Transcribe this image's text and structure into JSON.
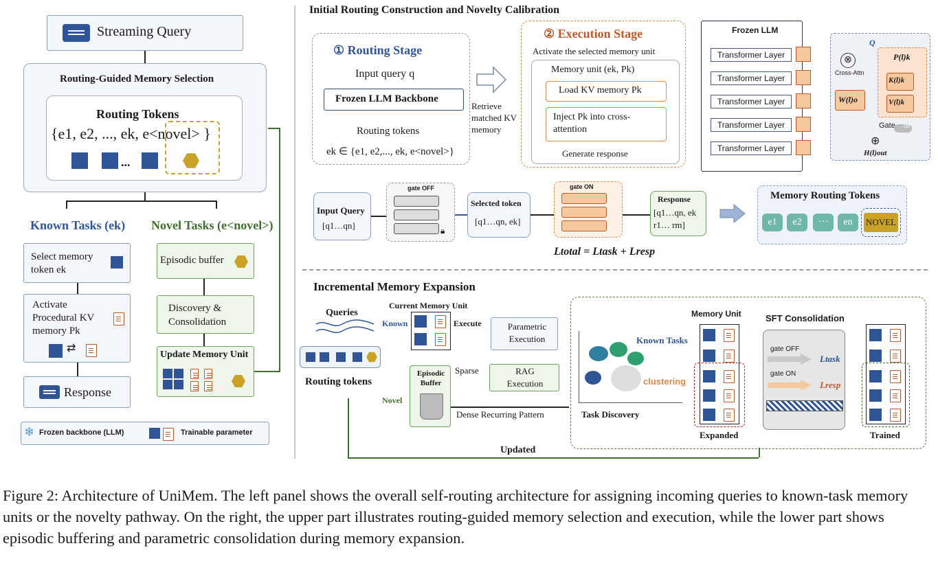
{
  "left": {
    "streaming_query": "Streaming Query",
    "routing_guided_title": "Routing-Guided Memory Selection",
    "routing_tokens_title": "Routing Tokens",
    "routing_tokens_set": "{e1, e2, ..., ek, e<novel> }",
    "ellipsis": "...",
    "known_tasks": "Known Tasks (ek)",
    "novel_tasks": "Novel Tasks (e<novel>)",
    "select_memory_token": "Select memory token ek",
    "activate_procedural": "Activate Procedural KV memory Pk",
    "episodic_buffer": "Episodic buffer",
    "discovery": "Discovery & Consolidation",
    "update_memory_unit": "Update Memory Unit",
    "response": "Response",
    "legend_frozen": "Frozen backbone (LLM)",
    "legend_trainable": "Trainable parameter"
  },
  "top": {
    "section_title": "Initial Routing Construction and Novelty Calibration",
    "routing_stage": "① Routing Stage",
    "input_query_q": "Input query q",
    "frozen_llm_backbone": "Frozen LLM Backbone",
    "routing_tokens": "Routing tokens",
    "ek_in": "ek ∈ {e1, e2,..., ek, e<novel>}",
    "retrieve": "Retrieve matched KV memory",
    "execution_stage": "② Execution Stage",
    "activate_selected": "Activate the selected memory unit",
    "memory_unit": "Memory unit (ek, Pk)",
    "load_kv": "Load KV memory Pk",
    "inject": "Inject Pk into cross-attention",
    "generate_response": "Generate response",
    "frozen_llm": "Frozen LLM",
    "transformer_layer": "Transformer Layer",
    "q": "Q",
    "cross_attn": "Cross-Attn",
    "pk": "P(l)k",
    "kk": "K(l)k",
    "vk": "V(l)k",
    "wo": "W(l)o",
    "gate": "Gate",
    "off": "Off",
    "hout": "H(l)out",
    "input_query": "Input Query",
    "input_query_seq": "[q1…qn]",
    "gate_off": "gate OFF",
    "selected_token": "Selected token",
    "selected_seq": "[q1…qn, ek]",
    "gate_on": "gate ON",
    "response": "Response",
    "response_seq": "[q1…qn, ek r1… rm]",
    "loss": "Ltotal = Ltask + Lresp",
    "memory_routing_tokens": "Memory Routing Tokens",
    "tokens": [
      "e1",
      "e2",
      "···",
      "en"
    ],
    "novel": "NOVEL"
  },
  "bottom": {
    "section_title": "Incremental Memory Expansion",
    "queries": "Queries",
    "routing_tokens": "Routing tokens",
    "current_memory_unit": "Current Memory Unit",
    "known": "Known",
    "novel": "Novel",
    "execute": "Execute",
    "parametric_execution": "Parametric Execution",
    "episodic_buffer": "Episodic Buffer",
    "sparse": "Sparse",
    "rag_execution": "RAG Execution",
    "dense": "Dense Recurring Pattern",
    "task_discovery": "Task Discovery",
    "known_tasks": "Known Tasks",
    "clustering": "clustering",
    "memory_unit": "Memory Unit",
    "expanded": "Expanded",
    "sft": "SFT Consolidation",
    "gate_off": "gate OFF",
    "gate_on": "gate ON",
    "l_task": "Ltask",
    "l_resp": "Lresp",
    "trained": "Trained",
    "updated": "Updated"
  },
  "caption": "Figure 2: Architecture of UniMem. The left panel shows the overall self-routing architecture for assigning incoming queries to known-task memory units or the novelty pathway. On the right, the upper part illustrates routing-guided memory selection and execution, while the lower part shows episodic buffering and parametric consolidation during memory expansion."
}
